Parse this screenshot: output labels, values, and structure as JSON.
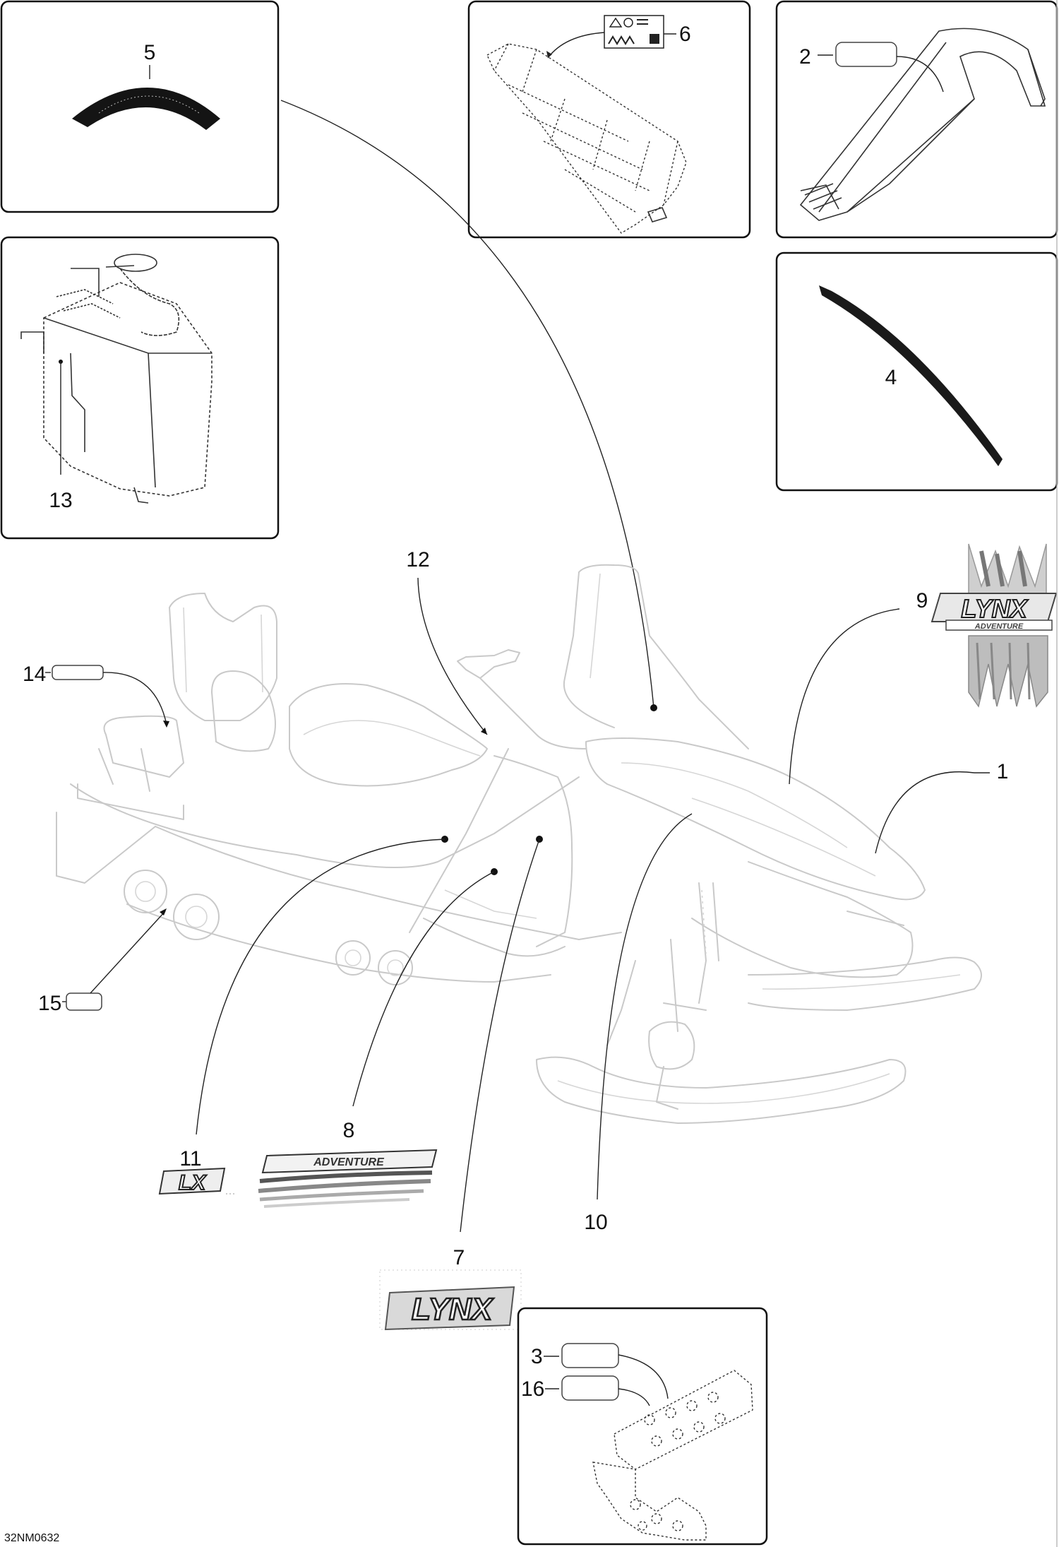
{
  "diagram": {
    "drawing_code": "32NM0632",
    "callouts": {
      "c1": "1",
      "c2": "2",
      "c3": "3",
      "c4": "4",
      "c5": "5",
      "c6": "6",
      "c7": "7",
      "c8": "8",
      "c9": "9",
      "c10": "10",
      "c11": "11",
      "c12": "12",
      "c13": "13",
      "c14": "14",
      "c15": "15",
      "c16": "16"
    },
    "decals": {
      "lynx_main": "LYNX",
      "lynx_sub": "ADVENTURE",
      "lynx_small": "LYNX",
      "lx": "LX",
      "adventure_stripe": "ADVENTURE"
    }
  }
}
